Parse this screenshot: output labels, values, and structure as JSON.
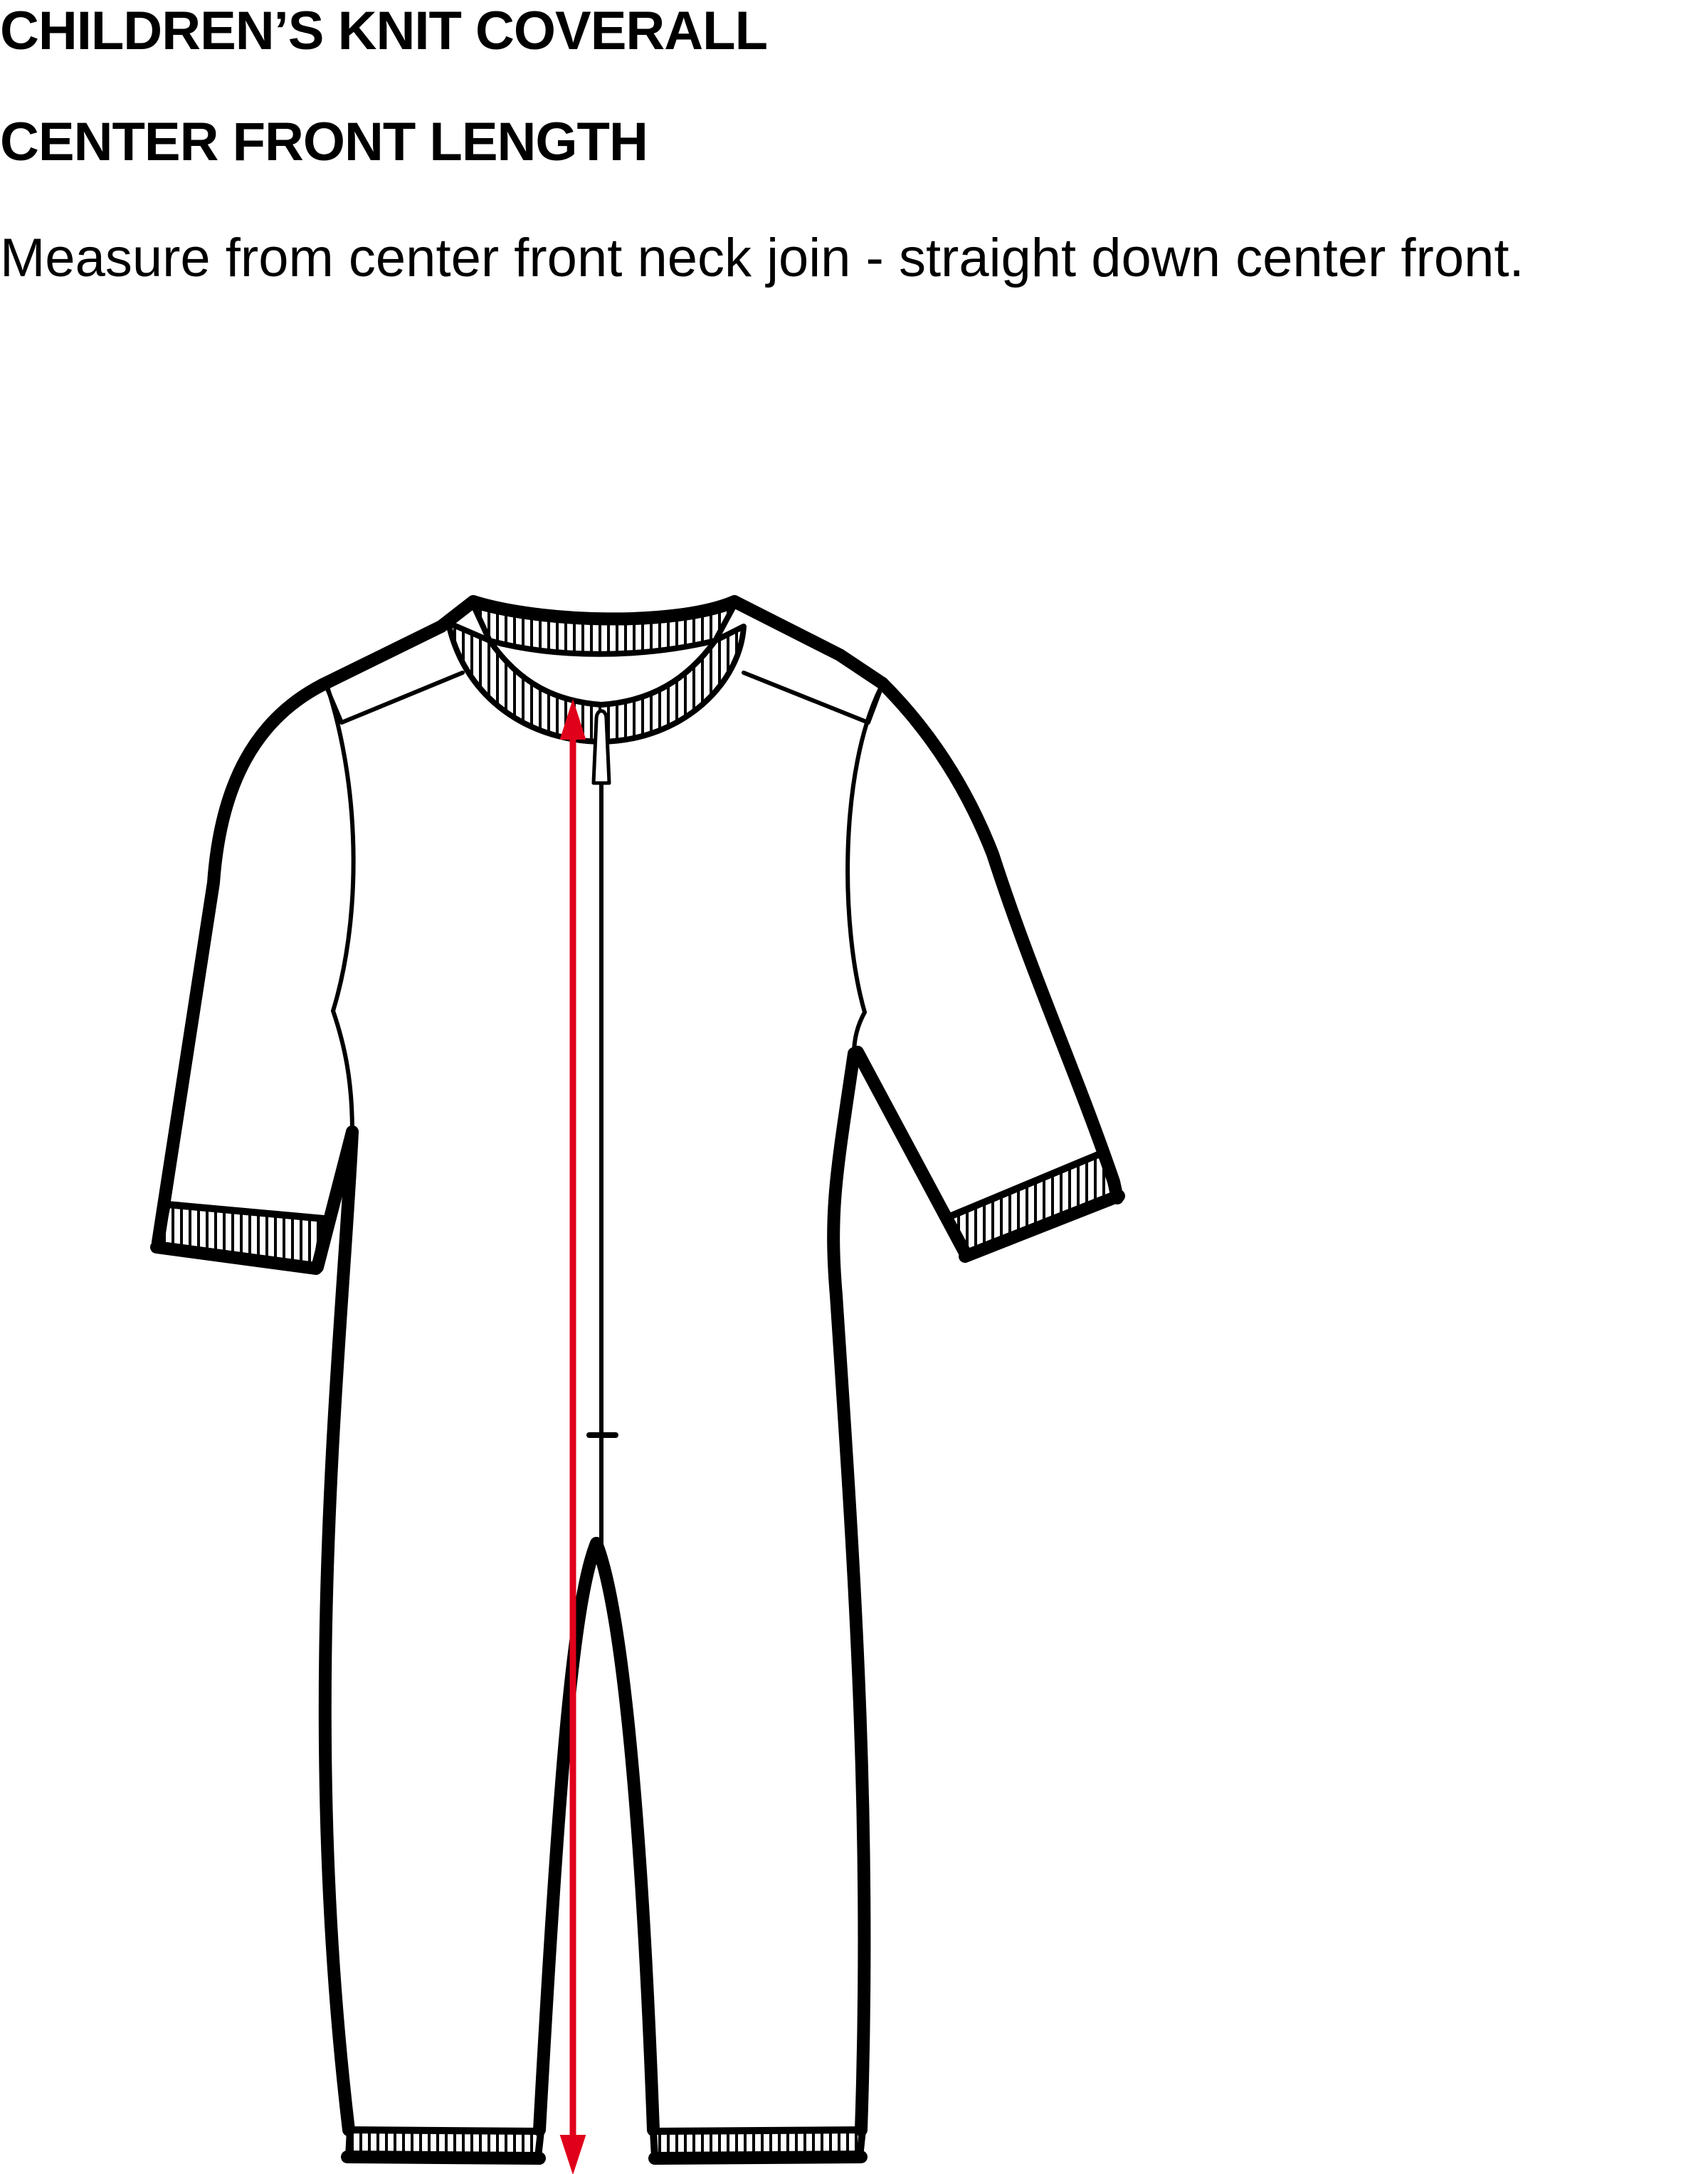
{
  "header": {
    "title": "CHILDREN’S KNIT COVERALL",
    "subtitle": "CENTER FRONT LENGTH",
    "instruction": "Measure from center front neck join - straight down center front."
  },
  "colors": {
    "garment_outline": "#000000",
    "garment_fill": "#ffffff",
    "measurement_arrow": "#e0001b"
  },
  "icons": {
    "arrow": "double-headed-vertical-arrow"
  }
}
